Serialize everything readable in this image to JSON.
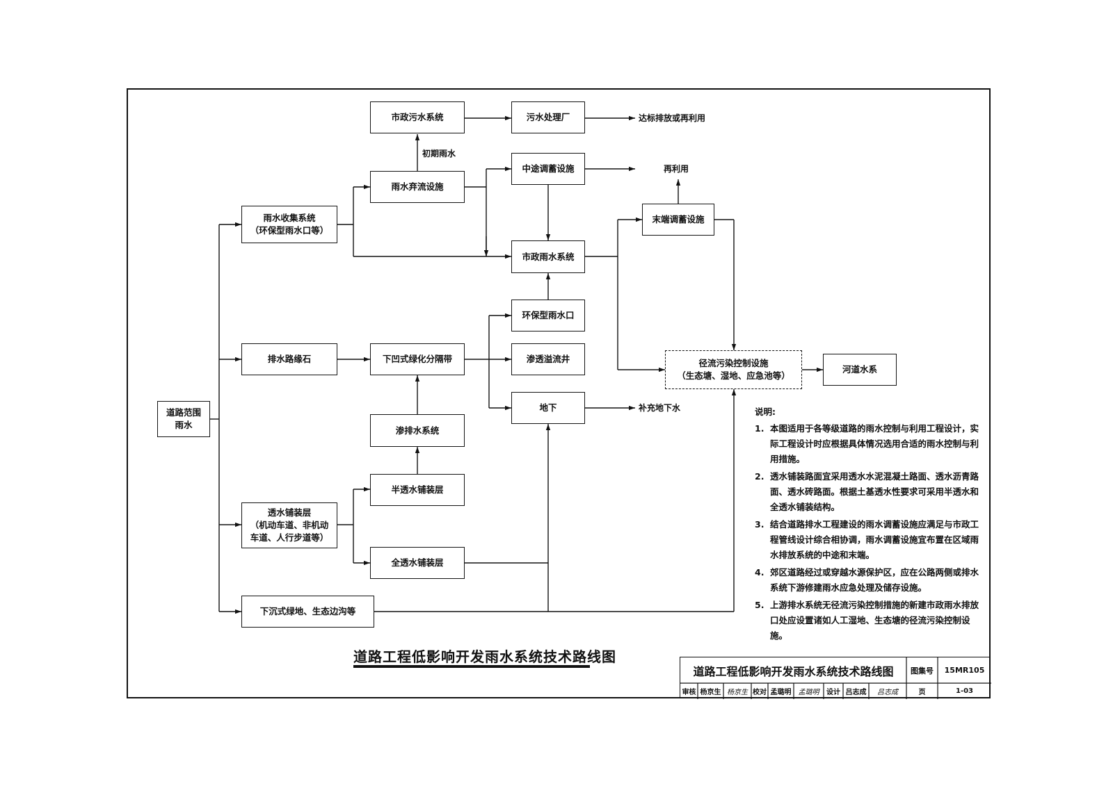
{
  "boxes": {
    "road_rain": [
      "道路范围",
      "雨水"
    ],
    "sewage_system": [
      "市政污水系统"
    ],
    "sewage_plant": [
      "污水处理厂"
    ],
    "diversion": [
      "雨水弃流设施"
    ],
    "mid_storage": [
      "中途调蓄设施"
    ],
    "collection": [
      "雨水收集系统",
      "（环保型雨水口等）"
    ],
    "end_storage": [
      "末端调蓄设施"
    ],
    "municipal_storm": [
      "市政雨水系统"
    ],
    "eco_inlet": [
      "环保型雨水口"
    ],
    "drain_curb": [
      "排水路缘石"
    ],
    "sunken_belt": [
      "下凹式绿化分隔带"
    ],
    "infiltration_well": [
      "渗透溢流井"
    ],
    "runoff_control": [
      "径流污染控制设施",
      "（生态塘、湿地、应急池等）"
    ],
    "river": [
      "河道水系"
    ],
    "underground": [
      "地下"
    ],
    "seepage_system": [
      "渗排水系统"
    ],
    "semi_pervious": [
      "半透水铺装层"
    ],
    "pervious_layer": [
      "透水铺装层",
      "（机动车道、非机动",
      "车道、人行步道等）"
    ],
    "full_pervious": [
      "全透水铺装层"
    ],
    "sunken_green": [
      "下沉式绿地、生态边沟等"
    ]
  },
  "labels": {
    "discharge_reuse": "达标排放或再利用",
    "initial_rain": "初期雨水",
    "reuse": "再利用",
    "recharge": "补充地下水"
  },
  "notes": {
    "heading": "说明:",
    "items": [
      {
        "num": "1.",
        "text": "本图适用于各等级道路的雨水控制与利用工程设计，实际工程设计时应根据具体情况选用合适的雨水控制与利用措施。"
      },
      {
        "num": "2.",
        "text": "透水铺装路面宜采用透水水泥混凝土路面、透水沥青路面、透水砖路面。根据土基透水性要求可采用半透水和全透水铺装结构。"
      },
      {
        "num": "3.",
        "text": "结合道路排水工程建设的雨水调蓄设施应满足与市政工程管线设计综合相协调，雨水调蓄设施宜布置在区域雨水排放系统的中途和末端。"
      },
      {
        "num": "4.",
        "text": "郊区道路经过或穿越水源保护区，应在公路两侧或排水系统下游修建雨水应急处理及储存设施。"
      },
      {
        "num": "5.",
        "text": "上游排水系统无径流污染控制措施的新建市政雨水排放口处应设置诸如人工湿地、生态塘的径流污染控制设施。"
      }
    ]
  },
  "title": "道路工程低影响开发雨水系统技术路线图",
  "title_block": {
    "title": "道路工程低影响开发雨水系统技术路线图",
    "atlas_label": "图集号",
    "atlas_no": "15MR105",
    "review_label": "审核",
    "reviewer": "杨京生",
    "reviewer_sig": "杨京生",
    "check_label": "校对",
    "checker": "孟璐明",
    "checker_sig": "孟璐明",
    "design_label": "设计",
    "designer": "吕志成",
    "designer_sig": "吕志成",
    "page_label": "页",
    "page_no": "1-03"
  }
}
